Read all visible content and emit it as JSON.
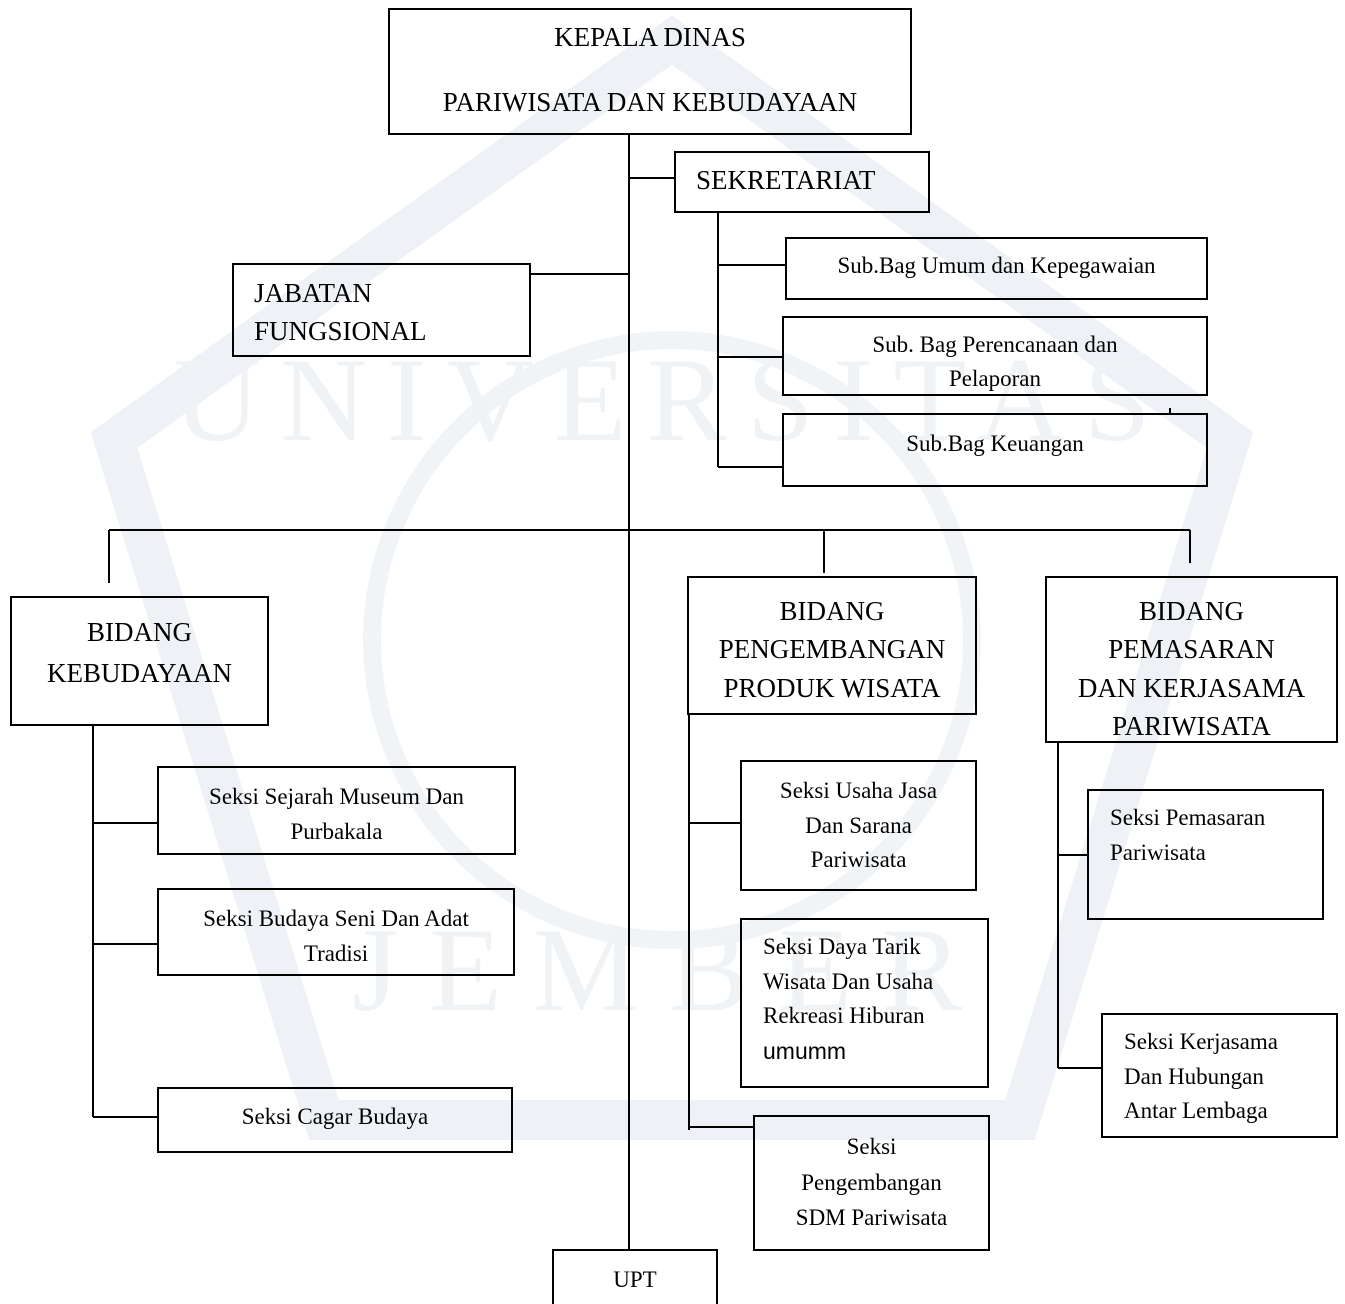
{
  "head": {
    "line1": "KEPALA DINAS",
    "line2": "PARIWISATA DAN KEBUDAYAAN"
  },
  "sekretariat": {
    "label": "SEKRETARIAT",
    "subbag": [
      {
        "lines": [
          "Sub.Bag Umum dan Kepegawaian"
        ]
      },
      {
        "lines": [
          "Sub. Bag Perencanaan dan",
          "Pelaporan"
        ]
      },
      {
        "lines": [
          "Sub.Bag Keuangan"
        ]
      }
    ]
  },
  "jabatan": {
    "lines": [
      "JABATAN",
      "FUNGSIONAL"
    ]
  },
  "bidang_kebudayaan": {
    "lines": [
      "BIDANG",
      "KEBUDAYAAN"
    ],
    "seksi": [
      {
        "lines": [
          "Seksi Sejarah Museum Dan",
          "Purbakala"
        ]
      },
      {
        "lines": [
          "Seksi Budaya Seni Dan Adat",
          "Tradisi"
        ]
      },
      {
        "lines": [
          "Seksi Cagar Budaya"
        ]
      }
    ]
  },
  "bidang_pengembangan": {
    "lines": [
      "BIDANG",
      "PENGEMBANGAN",
      "PRODUK WISATA"
    ],
    "seksi": [
      {
        "lines": [
          "Seksi Usaha Jasa",
          "Dan Sarana",
          "Pariwisata"
        ]
      },
      {
        "lines": [
          "Seksi Daya Tarik",
          "Wisata Dan Usaha",
          "Rekreasi Hiburan",
          "umumm"
        ]
      },
      {
        "lines": [
          "Seksi",
          "Pengembangan",
          "SDM Pariwisata"
        ]
      }
    ]
  },
  "bidang_pemasaran": {
    "lines": [
      "BIDANG",
      "PEMASARAN",
      "DAN KERJASAMA",
      "PARIWISATA"
    ],
    "seksi": [
      {
        "lines": [
          "Seksi Pemasaran",
          "Pariwisata"
        ]
      },
      {
        "lines": [
          "Seksi Kerjasama",
          "Dan Hubungan",
          "Antar Lembaga"
        ]
      }
    ]
  },
  "upt": {
    "label": "UPT"
  },
  "watermark_text": "UNIVERSITAS JEMBER",
  "colors": {
    "line": "#000000",
    "watermark": "#e9eef3"
  }
}
